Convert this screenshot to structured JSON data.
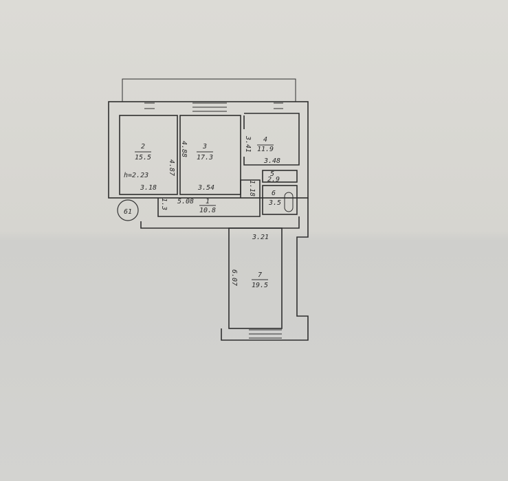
{
  "badge": "61",
  "rooms": [
    {
      "number": "1",
      "area": "10.8"
    },
    {
      "number": "2",
      "area": "15.5"
    },
    {
      "number": "3",
      "area": "17.3"
    },
    {
      "number": "4",
      "area": "11.9"
    },
    {
      "number": "5",
      "area": "2.9"
    },
    {
      "number": "6",
      "area": "3.5"
    },
    {
      "number": "7",
      "area": "19.5"
    }
  ],
  "dimensions": {
    "ceiling_height": "h=2.23",
    "room2_width": "3.18",
    "room2_length": "4.87",
    "room3_length": "4.88",
    "room3_width": "3.54",
    "corridor_length": "5.08",
    "corridor_width": "1.3",
    "hall_width": "1.18",
    "room4_length": "3.41",
    "room4_width": "3.48",
    "room7_width": "3.21",
    "room7_length": "6.07"
  }
}
